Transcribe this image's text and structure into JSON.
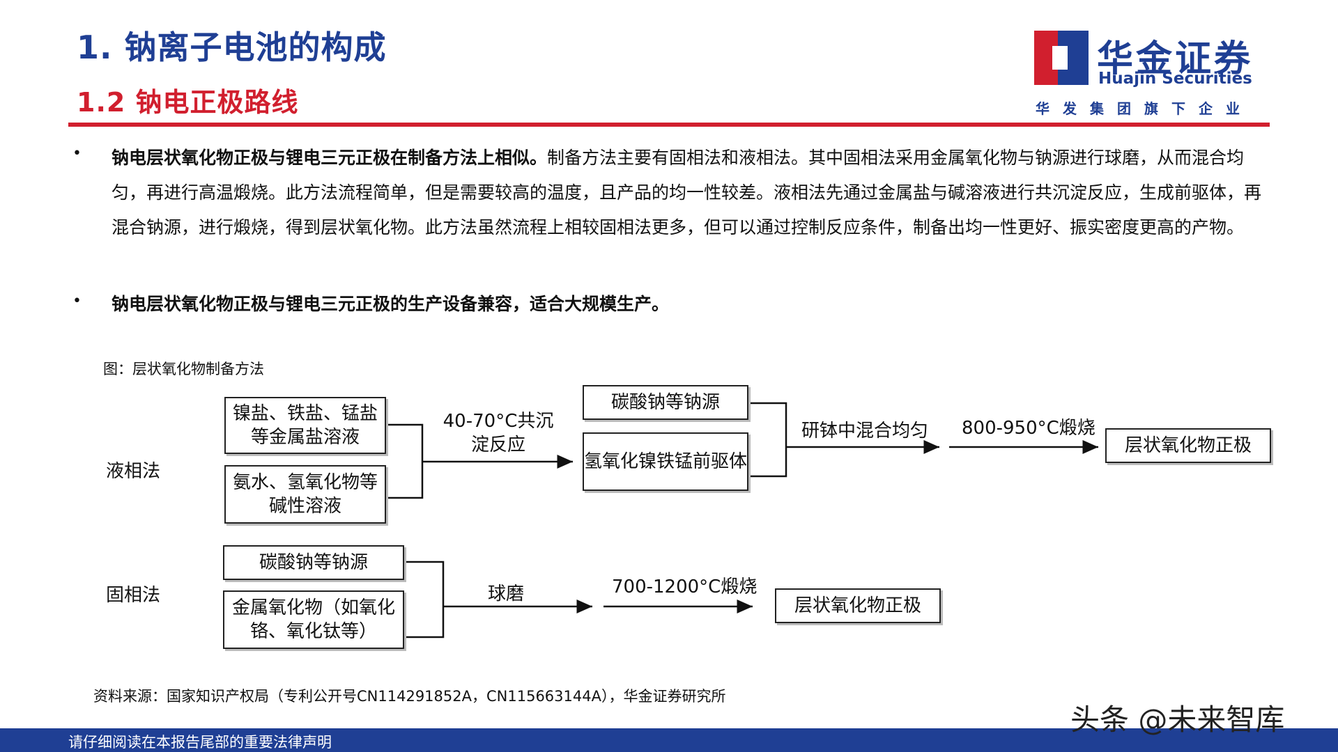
{
  "header": {
    "title": "1. 钠离子电池的构成",
    "subtitle": "1.2 钠电正极路线"
  },
  "logo": {
    "cn": "华金证券",
    "en": "Huajin Securities",
    "sub": "华发集团旗下企业"
  },
  "bullets": [
    {
      "bold": "钠电层状氧化物正极与锂电三元正极在制备方法上相似。",
      "text": "制备方法主要有固相法和液相法。其中固相法采用金属氧化物与钠源进行球磨，从而混合均匀，再进行高温煅烧。此方法流程简单，但是需要较高的温度，且产品的均一性较差。液相法先通过金属盐与碱溶液进行共沉淀反应，生成前驱体，再混合钠源，进行煅烧，得到层状氧化物。此方法虽然流程上相较固相法更多，但可以通过控制反应条件，制备出均一性更好、振实密度更高的产物。"
    },
    {
      "bold": "钠电层状氧化物正极与锂电三元正极的生产设备兼容，适合大规模生产。",
      "text": ""
    }
  ],
  "figure": {
    "caption": "图：层状氧化物制备方法",
    "liquid": {
      "label": "液相法",
      "input1": "镍盐、铁盐、锰盐等金属盐溶液",
      "input2": "氨水、氢氧化物等碱性溶液",
      "step1": "40-70°C共沉淀反应",
      "mid1": "碳酸钠等钠源",
      "mid2": "氢氧化镍铁锰前驱体",
      "step2": "研钵中混合均匀",
      "step3": "800-950°C煅烧",
      "output": "层状氧化物正极"
    },
    "solid": {
      "label": "固相法",
      "input1": "碳酸钠等钠源",
      "input2": "金属氧化物（如氧化铬、氧化钛等）",
      "step1": "球磨",
      "step2": "700-1200°C煅烧",
      "output": "层状氧化物正极"
    }
  },
  "source": "资料来源：国家知识产权局（专利公开号CN114291852A，CN115663144A），华金证券研究所",
  "footer": "请仔细阅读在本报告尾部的重要法律声明",
  "watermark": "头条 @未来智库",
  "bullet_symbol": "•"
}
